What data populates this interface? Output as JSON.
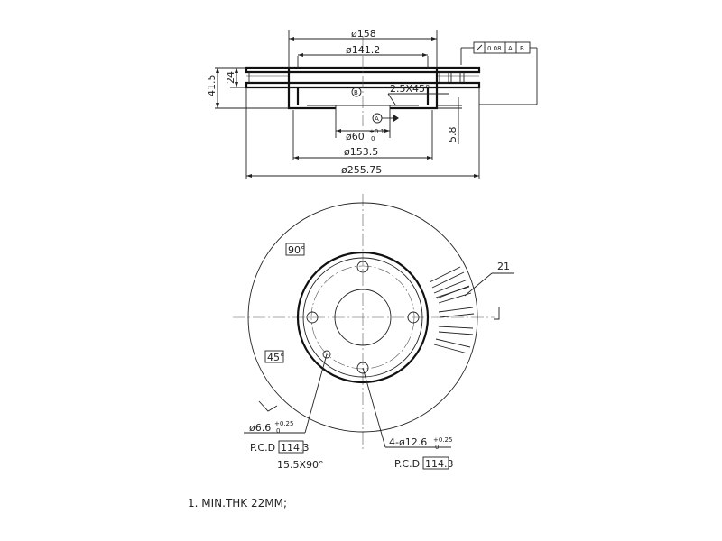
{
  "side_view": {
    "dia_158": "ø158",
    "dia_141_2": "ø141.2",
    "height_41_5": "41.5",
    "height_24": "24",
    "chamfer": "2.5X45°",
    "datum_b": "B",
    "datum_a": "A",
    "dia_60": "ø60",
    "dia_60_tol_upper": "+0.1",
    "dia_60_tol_lower": "0",
    "dia_153_5": "ø153.5",
    "dia_255_75": "ø255.75",
    "thk_5_8": "5.8",
    "fcf_tol": "0.08",
    "fcf_datum_a": "A",
    "fcf_datum_b": "B"
  },
  "front_view": {
    "angle_90": "90°",
    "angle_45": "45°",
    "vane_count": "21",
    "small_hole_dia": "ø6.6",
    "small_hole_tol_upper": "+0.25",
    "small_hole_tol_lower": "0",
    "pcd_label_1": "P.C.D",
    "pcd_value_1": "114.3",
    "countersink": "15.5X90°",
    "bolt_holes": "4-ø12.6",
    "bolt_holes_tol_upper": "+0.25",
    "bolt_holes_tol_lower": "0",
    "pcd_label_2": "P.C.D",
    "pcd_value_2": "114.3"
  },
  "notes": {
    "note_1": "1. MIN.THK 22MM;"
  }
}
